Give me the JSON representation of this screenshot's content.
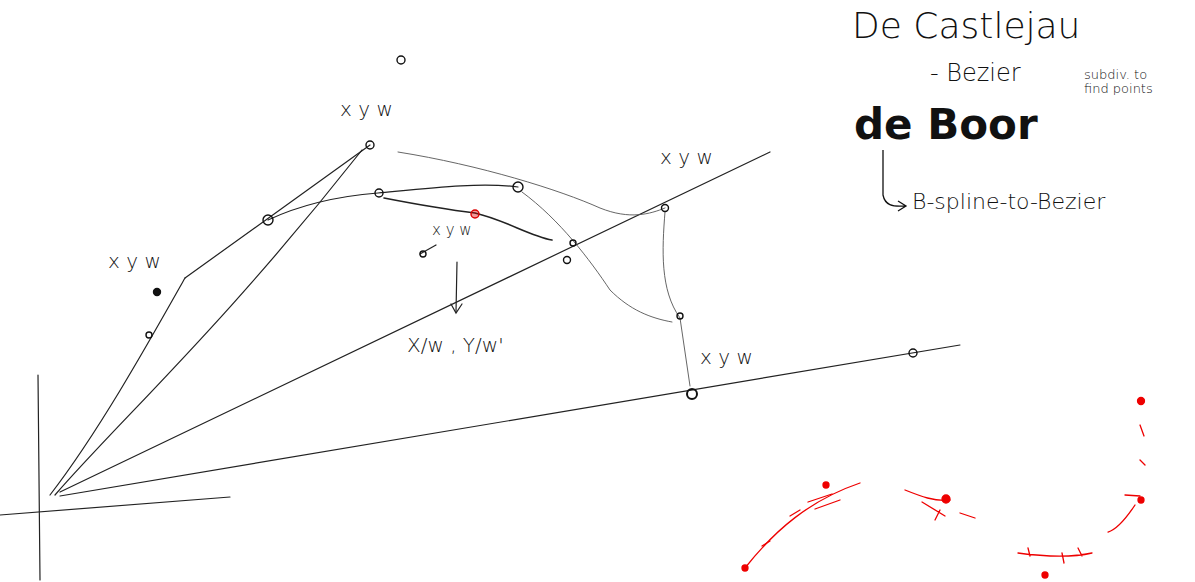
{
  "diagram": {
    "labels": [
      "x y w",
      "x y w",
      "x y w",
      "x y w",
      "X/w , Y/w'",
      "x y w",
      "De Castlejau",
      "- Bezier",
      "subdiv. to find points",
      "de Boor",
      "B-spline-to-Bezier"
    ]
  }
}
